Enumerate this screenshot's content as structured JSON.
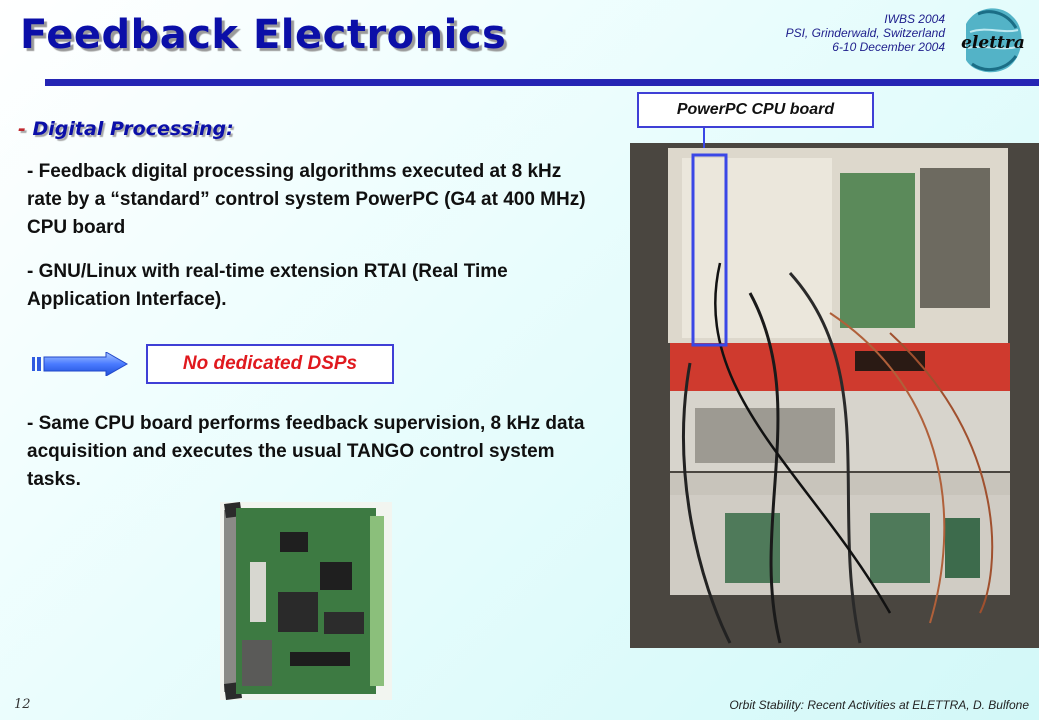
{
  "slide": {
    "title": "Feedback Electronics",
    "conference": [
      "IWBS 2004",
      "PSI, Grinderwald, Switzerland",
      "6-10 December 2004"
    ],
    "logo_text": "elettra",
    "section_dash": "- ",
    "section_heading": "Digital Processing:",
    "paragraphs": [
      "- Feedback digital processing algorithms executed at 8 kHz rate by a “standard” control system PowerPC (G4 at 400 MHz) CPU board",
      "- GNU/Linux with real-time extension RTAI (Real Time Application Interface).",
      "- Same CPU board performs feedback supervision, 8 kHz data acquisition and executes the usual TANGO control system tasks."
    ],
    "callout": "No dedicated DSPs",
    "photo_label": "PowerPC CPU board",
    "page_number": "12",
    "footer": "Orbit Stability: Recent Activities at ELETTRA, D. Bulfone"
  },
  "colors": {
    "title": "#0b0fa8",
    "rule": "#2525b4",
    "callout_text": "#e0191e",
    "box_border": "#3f3fd6"
  }
}
